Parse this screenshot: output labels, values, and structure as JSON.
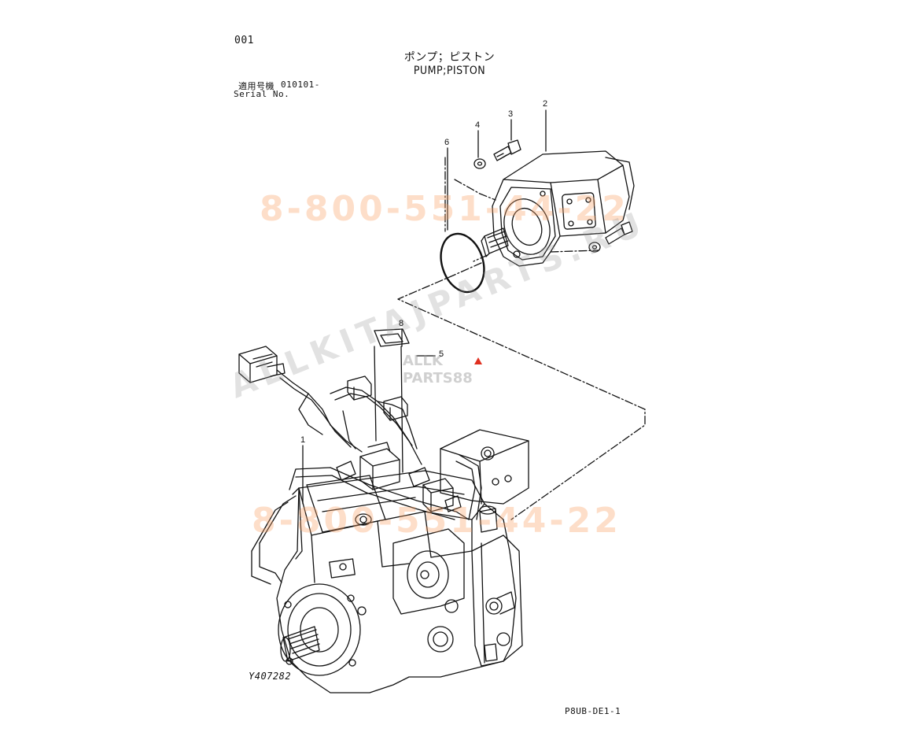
{
  "header": {
    "page_number": "001",
    "title_jp": "ポンプ；ピストン",
    "title_en": "PUMP;PISTON",
    "serial_label_jp": "適用号機",
    "serial_value": "010101-",
    "serial_label_en": "Serial No."
  },
  "callouts": {
    "c1": "1",
    "c2": "2",
    "c3": "3",
    "c4": "4",
    "c5": "5",
    "c6": "6",
    "c8": "8"
  },
  "footer": {
    "figure_id": "Y407282",
    "sheet_id": "P8UB-DE1-1"
  },
  "watermarks": {
    "phone_top": "8-800-551-44-22",
    "phone_bottom": "8-800-551-44-22",
    "site": "ALLKITAJPARTS.RU",
    "logo_line1": "ALLK",
    "logo_line2": "PARTS88"
  },
  "colors": {
    "line": "#111111",
    "watermark_phone": "#f8a064",
    "watermark_site": "#969696",
    "logo_accent": "#e03020"
  }
}
